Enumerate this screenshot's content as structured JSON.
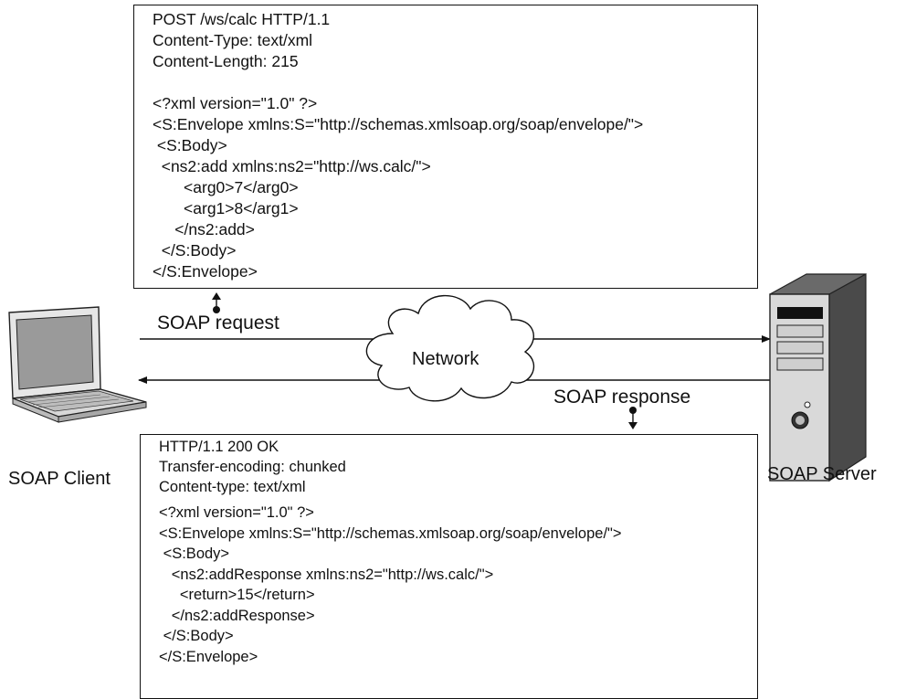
{
  "request_box": {
    "lines": [
      "POST /ws/calc HTTP/1.1",
      "Content-Type: text/xml",
      "Content-Length: 215",
      "",
      "<?xml version=\"1.0\" ?>",
      "<S:Envelope xmlns:S=\"http://schemas.xmlsoap.org/soap/envelope/\">",
      " <S:Body>",
      "  <ns2:add xmlns:ns2=\"http://ws.calc/\">",
      "       <arg0>7</arg0>",
      "       <arg1>8</arg1>",
      "     </ns2:add>",
      "  </S:Body>",
      "</S:Envelope>"
    ]
  },
  "response_box": {
    "lines": [
      "HTTP/1.1 200 OK",
      "Transfer-encoding: chunked",
      "Content-type: text/xml",
      "<?xml version=\"1.0\" ?>",
      "<S:Envelope xmlns:S=\"http://schemas.xmlsoap.org/soap/envelope/\">",
      " <S:Body>",
      "   <ns2:addResponse xmlns:ns2=\"http://ws.calc/\">",
      "     <return>15</return>",
      "   </ns2:addResponse>",
      " </S:Body>",
      "</S:Envelope>"
    ]
  },
  "labels": {
    "soap_request": "SOAP request",
    "soap_response": "SOAP response",
    "network": "Network",
    "client": "SOAP Client",
    "server": "SOAP Server"
  },
  "icons": {
    "client": "laptop-icon",
    "server": "server-tower-icon",
    "network": "cloud-icon"
  }
}
